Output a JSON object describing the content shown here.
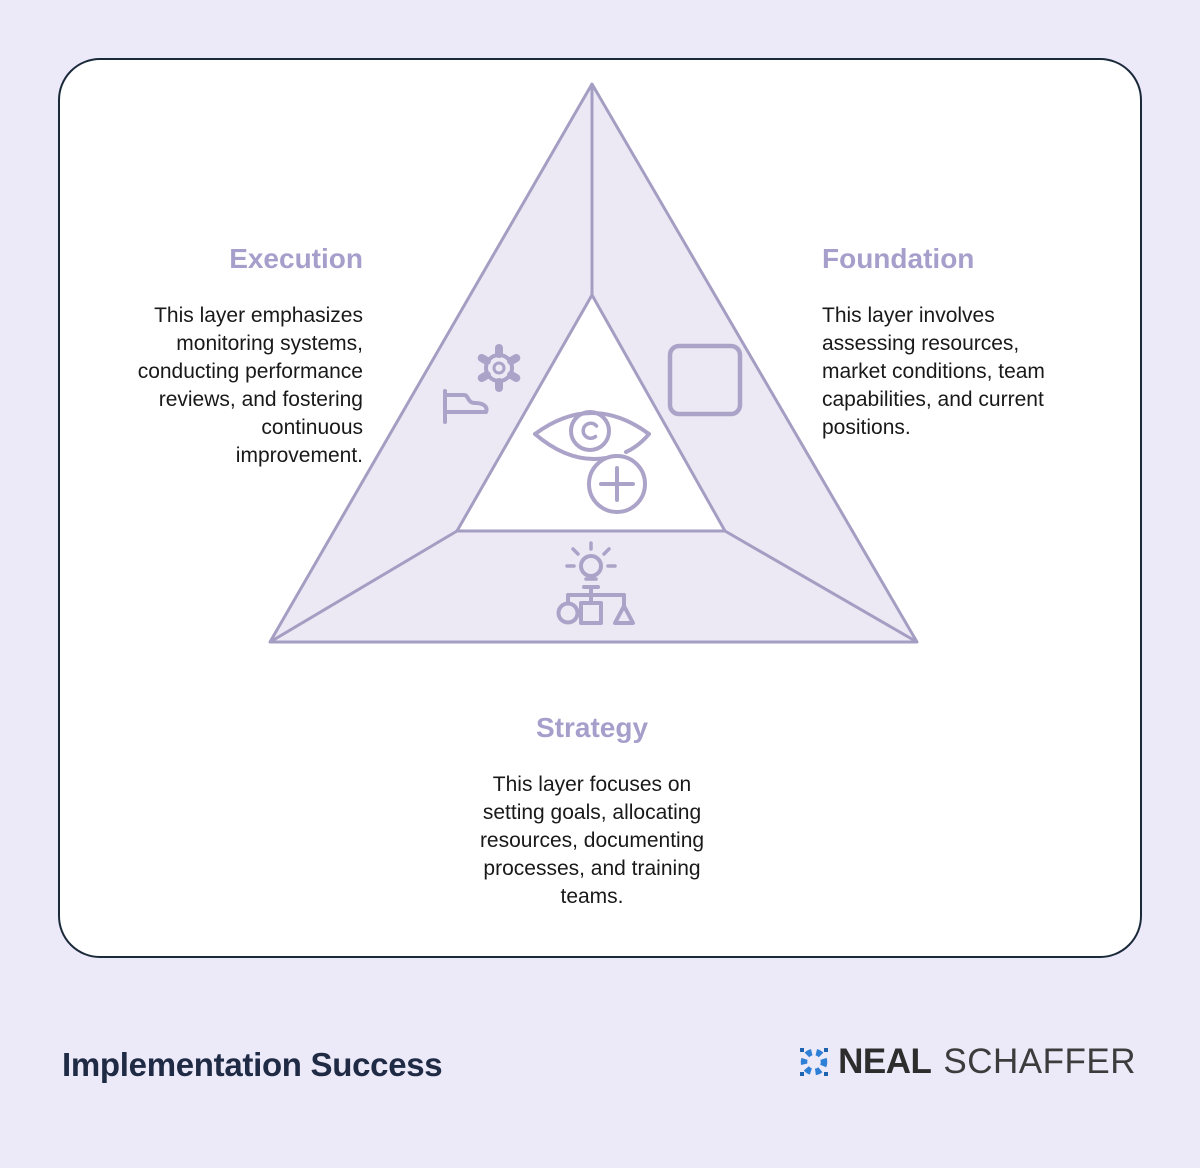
{
  "diagram": {
    "sections": [
      {
        "label": "Execution",
        "description": "This layer emphasizes\nmonitoring systems,\nconducting performance\nreviews, and fostering\ncontinuous\nimprovement."
      },
      {
        "label": "Foundation",
        "description": "This layer involves\nassessing resources,\nmarket conditions, team\ncapabilities, and current\npositions."
      },
      {
        "label": "Strategy",
        "description": "This layer focuses on\nsetting goals, allocating\nresources, documenting\nprocesses, and training\nteams."
      }
    ],
    "icons": [
      "gear-icon",
      "flag-icon",
      "square-icon",
      "eye-plus-icon",
      "idea-structure-icon"
    ]
  },
  "footer": {
    "title": "Implementation Success",
    "logo": {
      "icon": "pixel-burst-icon",
      "name_bold": "NEAL",
      "name_light": "SCHAFFER"
    }
  },
  "colors": {
    "background": "#ECE9F8",
    "card_border": "#1B2A3B",
    "triangle_fill": "#ECE9F5",
    "triangle_stroke": "#A59EC3",
    "heading_purple": "#A79FCB",
    "body_text": "#191919",
    "title_navy": "#1F2A44",
    "logo_blue": "#2E7FD6"
  }
}
